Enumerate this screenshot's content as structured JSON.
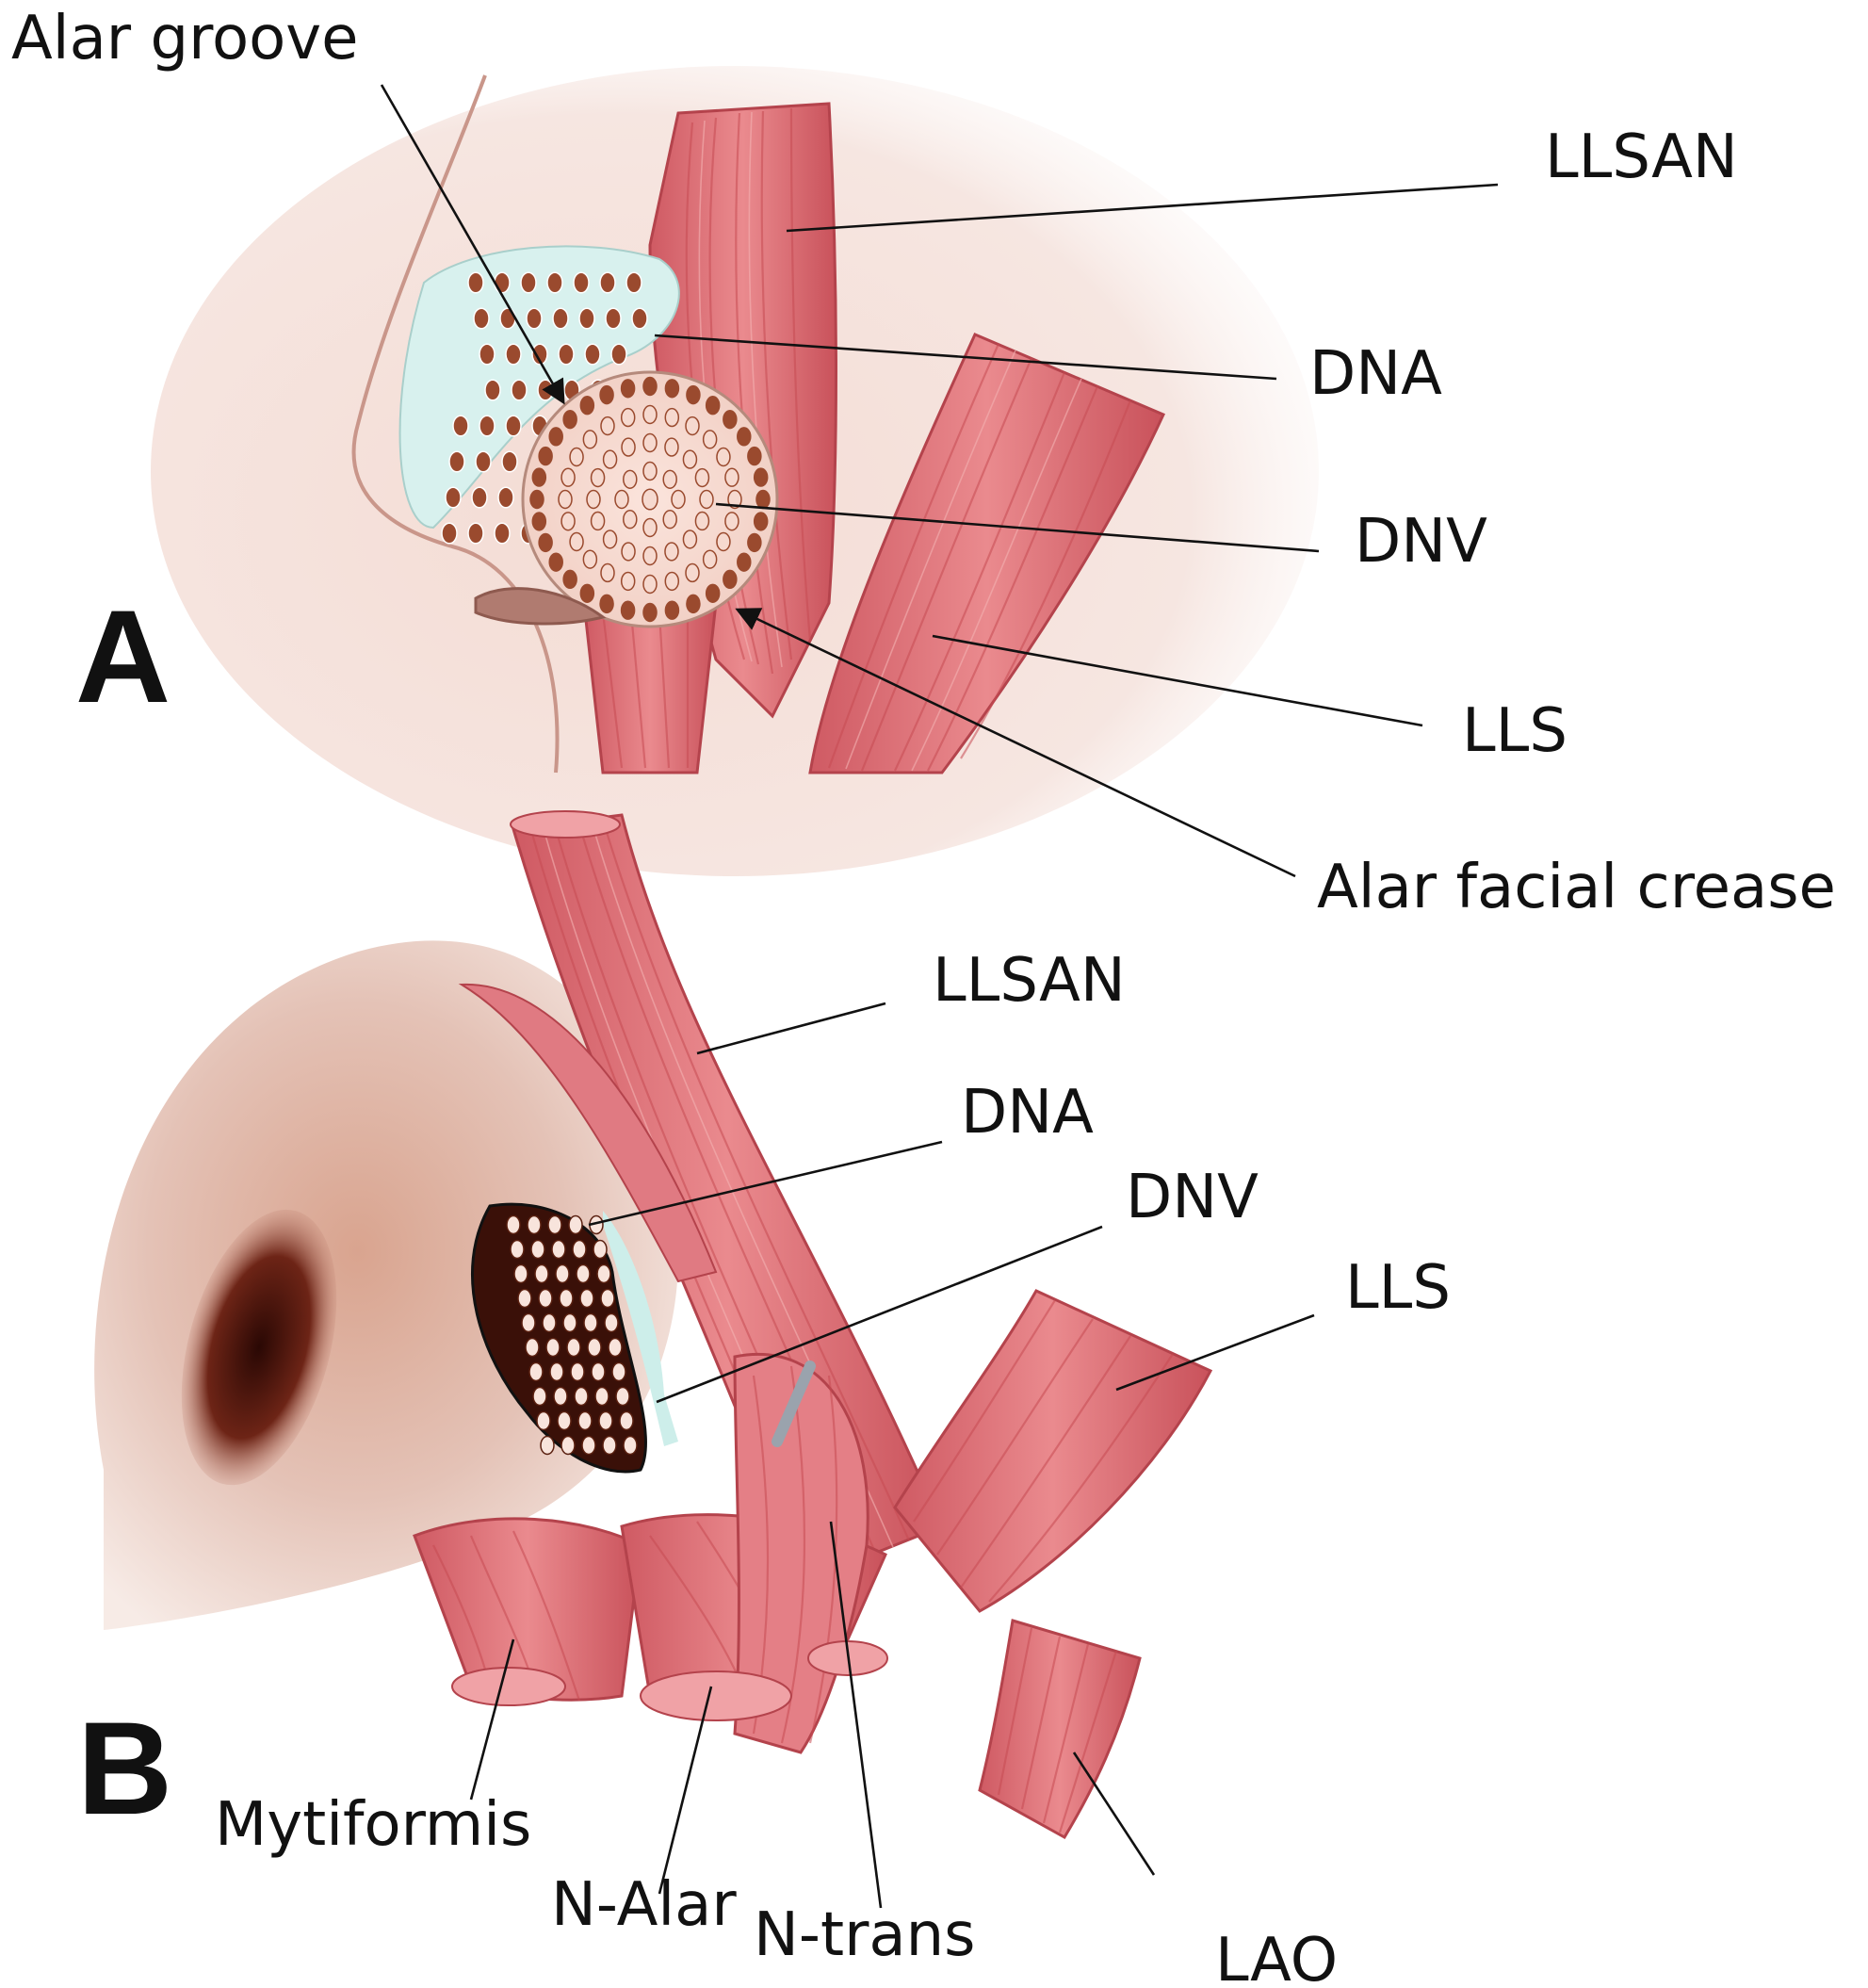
{
  "panel_a": {
    "letter": "A",
    "labels": {
      "alar_groove": "Alar groove",
      "llsan": "LLSAN",
      "dna": "DNA",
      "dnv": "DNV",
      "lls": "LLS",
      "alar_facial_crease": "Alar facial crease"
    }
  },
  "panel_b": {
    "letter": "B",
    "labels": {
      "llsan": "LLSAN",
      "dna": "DNA",
      "dnv": "DNV",
      "lls": "LLS",
      "mytiformis": "Mytiformis",
      "n_alar": "N-Alar",
      "n_trans": "N-trans",
      "lao": "LAO"
    }
  },
  "colors": {
    "muscle": "#e0727a",
    "muscle_dark": "#b93f48",
    "skin": "#e9c9c0",
    "cartilage_zone": "#d8f1ee",
    "dot_pore": "#9a4a2e",
    "nostril": "#3a1008"
  }
}
